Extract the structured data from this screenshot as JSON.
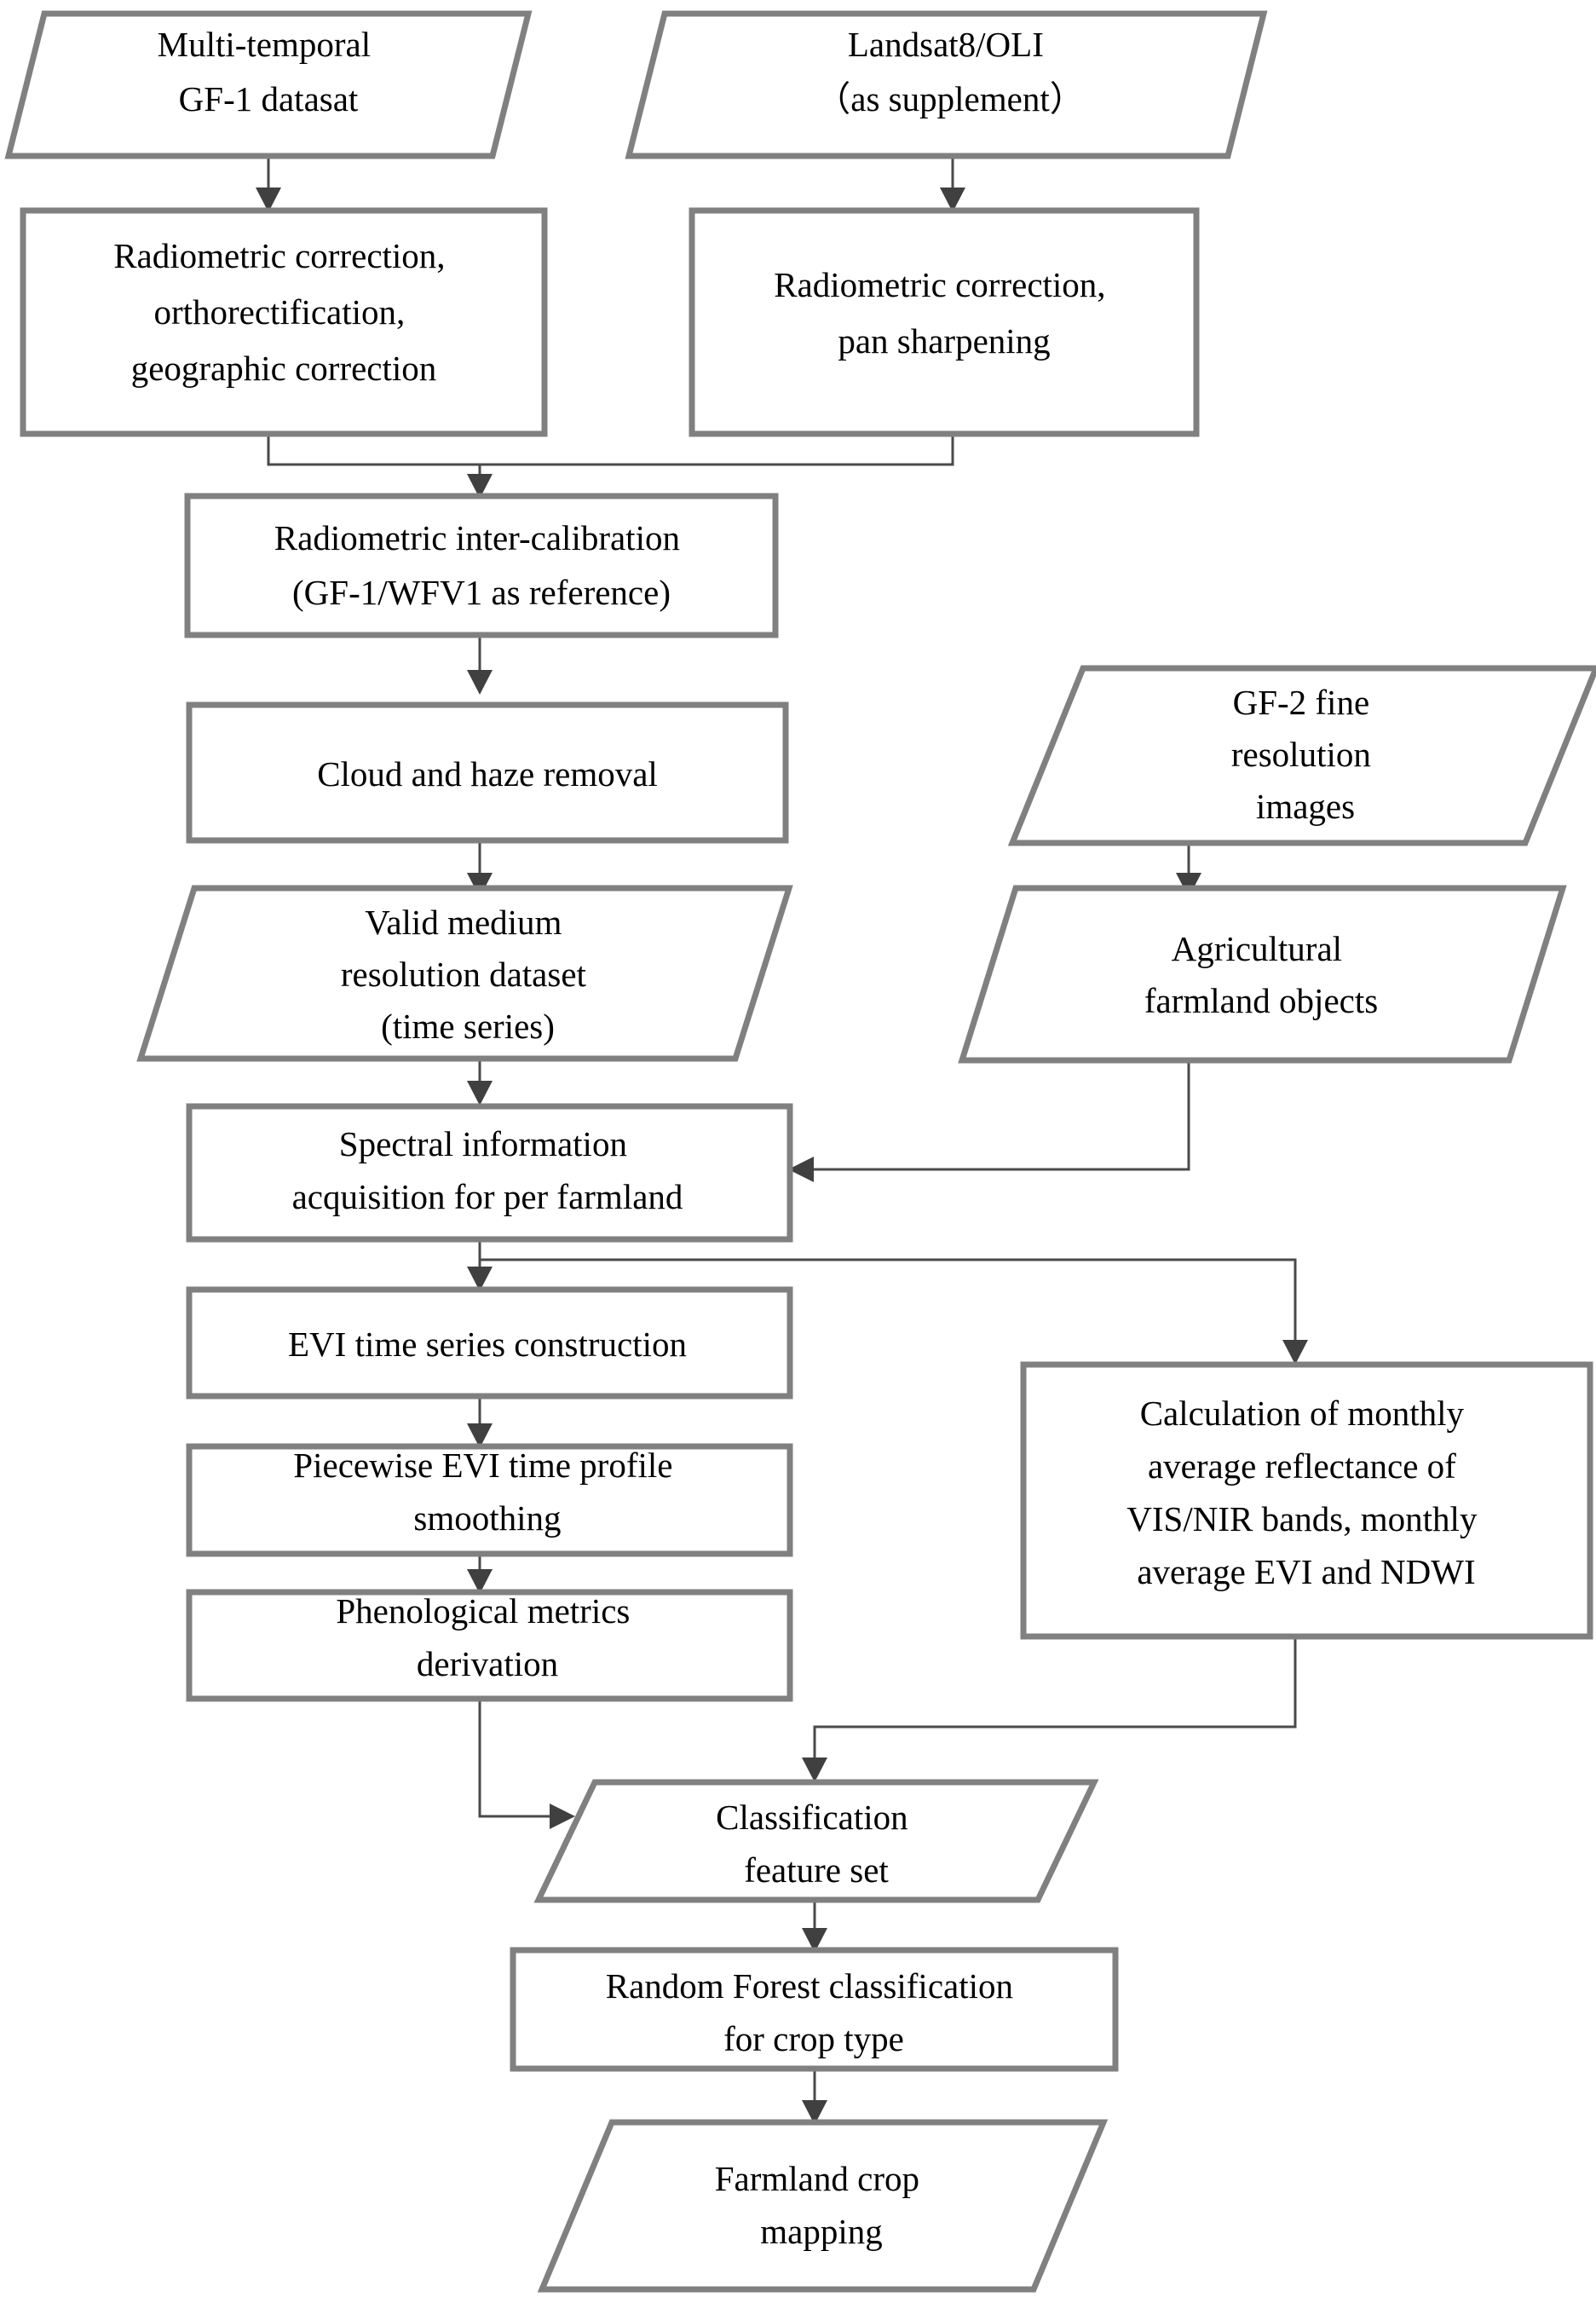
{
  "diagram": {
    "title": "Crop mapping processing flowchart",
    "stroke_color": "#808080",
    "connector_color": "#4a4a4a",
    "text_color": "#000000",
    "background": "#ffffff"
  },
  "nodes": {
    "gf1_dataset": {
      "shape": "parallelogram",
      "lines": [
        "Multi-temporal",
        "GF-1 datasat"
      ]
    },
    "landsat8": {
      "shape": "parallelogram",
      "lines": [
        "Landsat8/OLI",
        "（as supplement）"
      ]
    },
    "radiometric_ortho": {
      "shape": "rect",
      "lines": [
        "Radiometric correction,",
        "orthorectification,",
        "geographic correction"
      ]
    },
    "radiometric_pan": {
      "shape": "rect",
      "lines": [
        "Radiometric correction,",
        "pan sharpening"
      ]
    },
    "inter_calibration": {
      "shape": "rect",
      "lines": [
        "Radiometric inter-calibration",
        "(GF-1/WFV1 as reference)"
      ]
    },
    "cloud_haze": {
      "shape": "rect",
      "lines": [
        "Cloud and haze removal"
      ]
    },
    "valid_dataset": {
      "shape": "parallelogram",
      "lines": [
        "Valid medium",
        "resolution dataset",
        "(time series)"
      ]
    },
    "gf2_images": {
      "shape": "parallelogram",
      "lines": [
        "GF-2 fine",
        "resolution",
        "images"
      ]
    },
    "farmland_objects": {
      "shape": "parallelogram",
      "lines": [
        "Agricultural",
        "farmland objects"
      ]
    },
    "spectral_info": {
      "shape": "rect",
      "lines": [
        "Spectral information",
        "acquisition for per farmland"
      ]
    },
    "evi_construction": {
      "shape": "rect",
      "lines": [
        "EVI time series construction"
      ]
    },
    "evi_smoothing": {
      "shape": "rect",
      "lines": [
        "Piecewise EVI time profile",
        "smoothing"
      ]
    },
    "phenological_metrics": {
      "shape": "rect",
      "lines": [
        "Phenological metrics",
        "derivation"
      ]
    },
    "monthly_calculation": {
      "shape": "rect",
      "lines": [
        "Calculation of monthly",
        "average reflectance of",
        "VIS/NIR bands, monthly",
        "average EVI and NDWI"
      ]
    },
    "feature_set": {
      "shape": "parallelogram",
      "lines": [
        "Classification",
        "feature set"
      ]
    },
    "random_forest": {
      "shape": "rect",
      "lines": [
        "Random Forest classification",
        "for crop type"
      ]
    },
    "crop_mapping": {
      "shape": "parallelogram",
      "lines": [
        "Farmland crop",
        "mapping"
      ]
    }
  },
  "edges": [
    {
      "from": "gf1_dataset",
      "to": "radiometric_ortho"
    },
    {
      "from": "landsat8",
      "to": "radiometric_pan"
    },
    {
      "from": "radiometric_ortho",
      "to": "inter_calibration"
    },
    {
      "from": "radiometric_pan",
      "to": "inter_calibration"
    },
    {
      "from": "inter_calibration",
      "to": "cloud_haze"
    },
    {
      "from": "cloud_haze",
      "to": "valid_dataset"
    },
    {
      "from": "gf2_images",
      "to": "farmland_objects"
    },
    {
      "from": "valid_dataset",
      "to": "spectral_info"
    },
    {
      "from": "farmland_objects",
      "to": "spectral_info"
    },
    {
      "from": "spectral_info",
      "to": "evi_construction"
    },
    {
      "from": "spectral_info",
      "to": "monthly_calculation"
    },
    {
      "from": "evi_construction",
      "to": "evi_smoothing"
    },
    {
      "from": "evi_smoothing",
      "to": "phenological_metrics"
    },
    {
      "from": "phenological_metrics",
      "to": "feature_set"
    },
    {
      "from": "monthly_calculation",
      "to": "feature_set"
    },
    {
      "from": "feature_set",
      "to": "random_forest"
    },
    {
      "from": "random_forest",
      "to": "crop_mapping"
    }
  ]
}
